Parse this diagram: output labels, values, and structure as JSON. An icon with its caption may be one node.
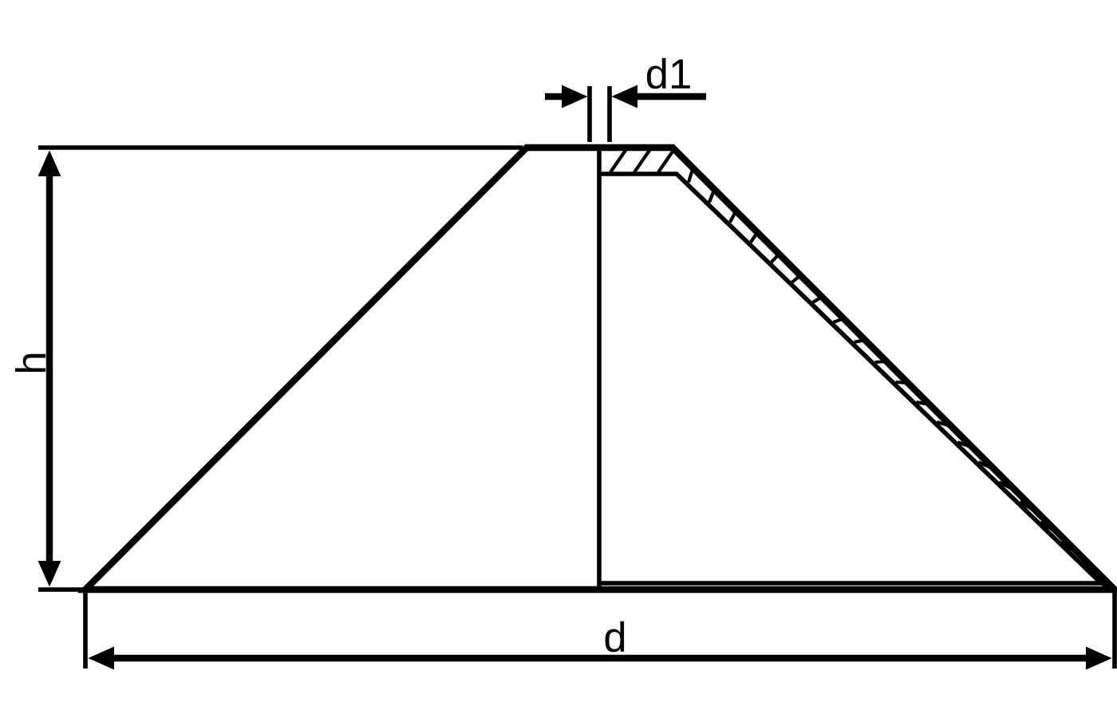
{
  "diagram": {
    "labels": [
      "d1",
      "h",
      "d"
    ]
  }
}
